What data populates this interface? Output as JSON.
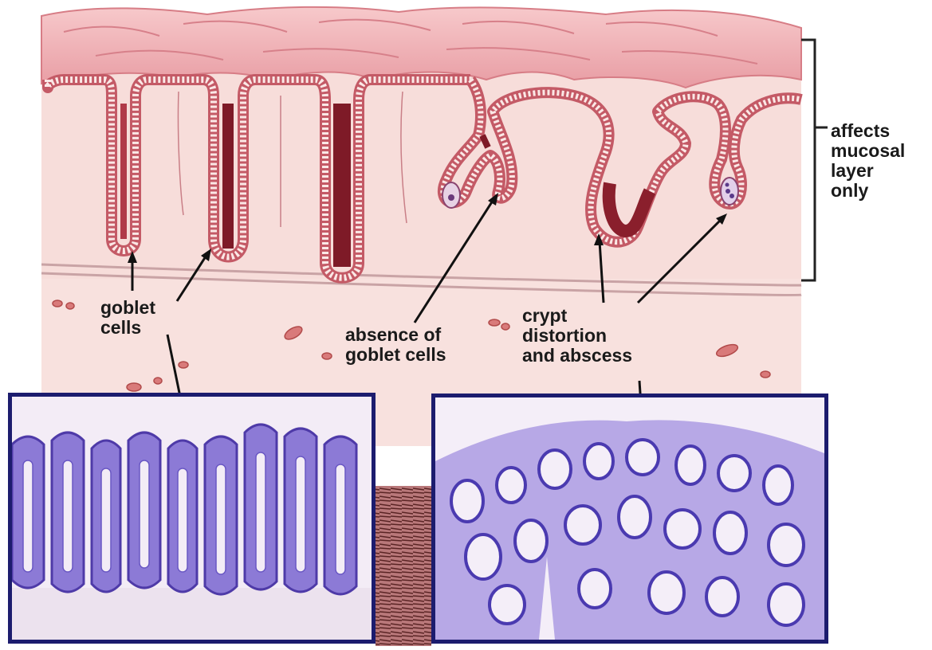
{
  "labels": {
    "goblet_cells": "goblet\ncells",
    "absence": "absence of\ngoblet cells",
    "crypt": "crypt\ndistortion\nand abscess",
    "affects": "affects\nmucosal\nlayer\nonly"
  },
  "colors": {
    "mucosa": "#f6d9d6",
    "epithelium": "#c45a66",
    "crypt_dark": "#8a1f2c",
    "surface": "#f0b8bb",
    "panel_border": "#1c1c6e",
    "stain": "#6f5ac8"
  }
}
